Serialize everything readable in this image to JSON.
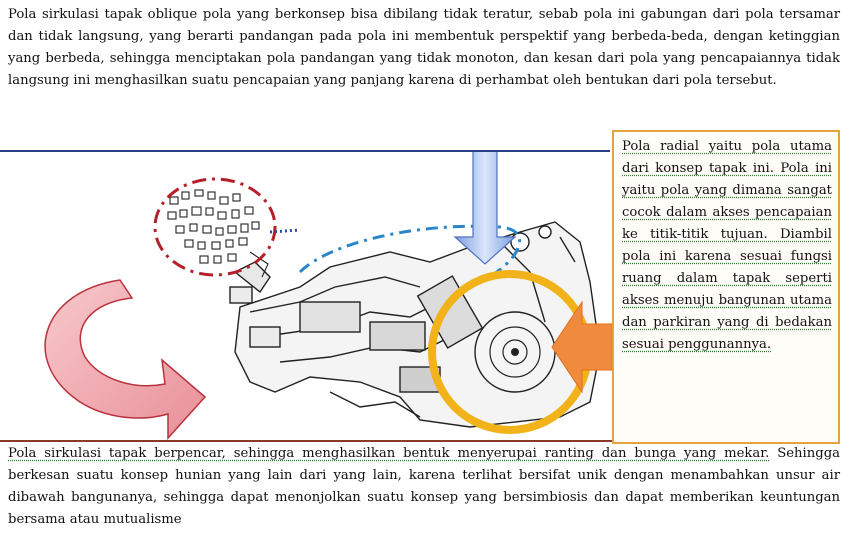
{
  "paragraph_top": "Pola sirkulasi tapak oblique pola yang berkonsep bisa dibilang tidak teratur, sebab pola ini gabungan dari pola tersamar dan tidak langsung, yang berarti pandangan pada pola ini membentuk perspektif yang berbeda-beda, dengan ketinggian yang berbeda, sehingga menciptakan pola pandangan yang tidak monoton, dan kesan dari pola yang pencapaiannya tidak langsung ini menghasilkan suatu pencapaian yang panjang karena di perhambat oleh bentukan dari pola tersebut.",
  "side_box": {
    "text": "Pola radial yaitu pola utama dari konsep tapak ini. Pola ini yaitu pola yang dimana sangat cocok dalam akses pencapaian ke titik-titik tujuan. Diambil pola ini karena sesuai fungsi ruang dalam tapak seperti akses menuju bangunan utama dan parkiran yang di bedakan sesuai penggunannya."
  },
  "paragraph_bottom": {
    "underlined": "Pola sirkulasi tapak berpencar, sehingga menghasilkan bentuk menyerupai ranting dan bunga yang mekar.",
    "rest": " Sehingga berkesan suatu konsep hunian yang lain dari yang lain, karena terlihat bersifat unik dengan menambahkan unsur air dibawah bangunanya, sehingga dapat menonjolkan suatu konsep yang bersimbiosis dan dapat memberikan keuntungan bersama atau mutualisme"
  },
  "colors": {
    "rule_top": "#2b3f8c",
    "rule_bottom": "#8b3a2a",
    "box_border": "#e5a33b",
    "red_dashed_circle": "#b3202a",
    "blue_dashed_curve": "#2a86c8",
    "blue_arrow": "#8fb0e6",
    "pink_arrow": "#f3b6ba",
    "yellow_circle": "#f2b21a",
    "orange_arrow": "#f08a3c"
  },
  "icons": {
    "down_arrow": "blue-down-arrow-icon",
    "curved_arrow": "pink-curved-arrow-icon",
    "left_arrow": "orange-left-arrow-icon"
  }
}
